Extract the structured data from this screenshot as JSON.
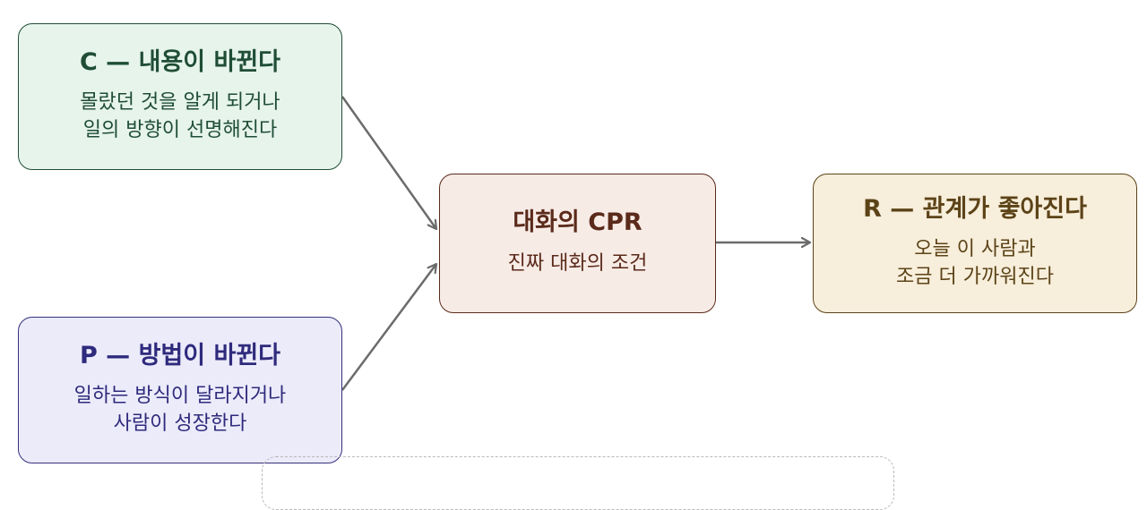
{
  "nodes": {
    "c": {
      "title": "C — 내용이 바뀐다",
      "desc": "몰랐던 것을 알게 되거나\n일의 방향이 선명해진다"
    },
    "p": {
      "title": "P — 방법이 바뀐다",
      "desc": "일하는 방식이 달라지거나\n사람이 성장한다"
    },
    "cpr": {
      "title": "대화의 CPR",
      "desc": "진짜 대화의 조건"
    },
    "r": {
      "title": "R — 관계가 좋아진다",
      "desc": "오늘 이 사람과\n조금 더 가까워진다"
    }
  },
  "colors": {
    "c": {
      "fill": "#e6f4ec",
      "text": "#1f4d35"
    },
    "p": {
      "fill": "#ecebfa",
      "text": "#2e2a7c"
    },
    "cpr": {
      "fill": "#f7ebe6",
      "text": "#5a2a1a"
    },
    "r": {
      "fill": "#f7eedb",
      "text": "#5c4317"
    },
    "arrow": "#6b6b6b"
  }
}
